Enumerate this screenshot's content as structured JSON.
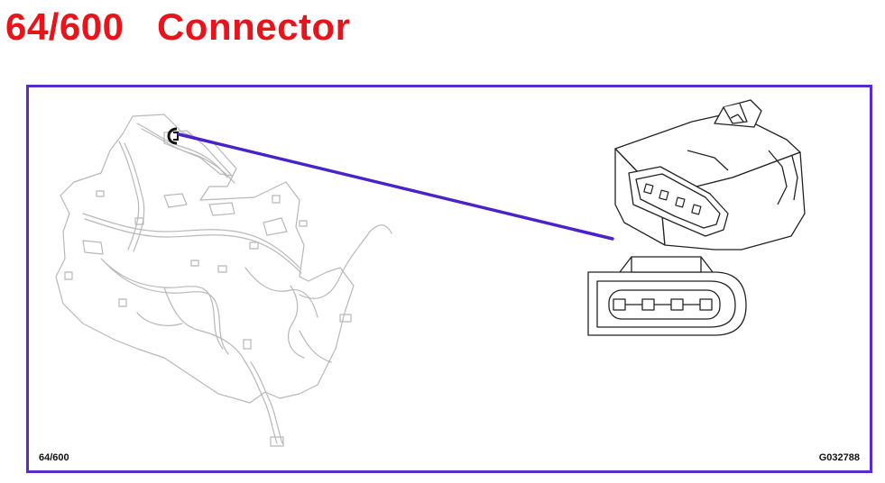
{
  "header": {
    "title": "64/600   Connector"
  },
  "figure": {
    "label_left": "64/600",
    "label_right": "G032788",
    "colors": {
      "title": "#e8141c",
      "frame": "#5a2bd0",
      "leader": "#4a22c8",
      "harness": "#b5b5b5"
    },
    "icons": [
      "engine-harness-drawing",
      "connector-housing-3d",
      "connector-face-4pin",
      "location-marker-icon"
    ]
  }
}
